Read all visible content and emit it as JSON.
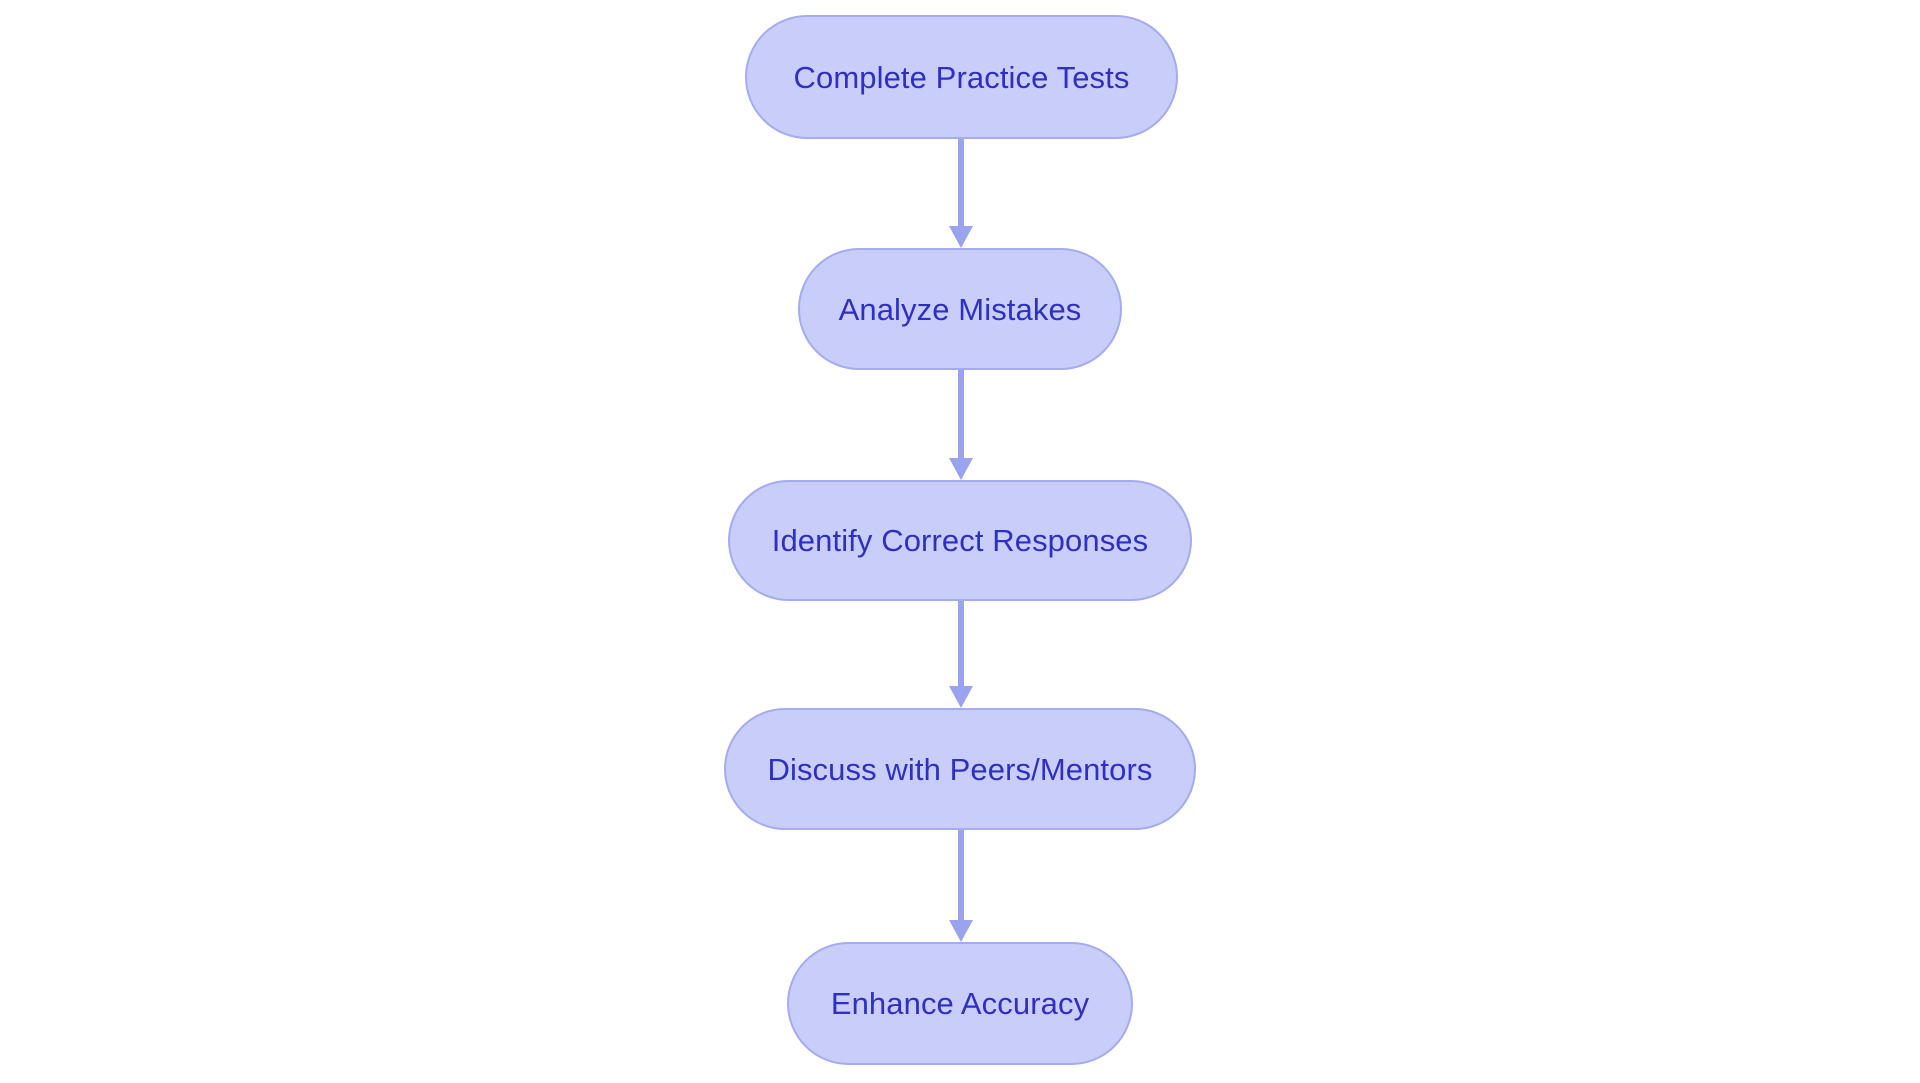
{
  "diagram": {
    "type": "flowchart",
    "orientation": "top-to-bottom",
    "background_color": "#ffffff",
    "node_fill_color": "#c9cdf9",
    "node_border_color": "#a5abf0",
    "node_text_color": "#2f2fc4",
    "edge_color": "#9aa3ef",
    "nodes": [
      {
        "id": "node-0",
        "label": "Complete Practice Tests"
      },
      {
        "id": "node-1",
        "label": "Analyze Mistakes"
      },
      {
        "id": "node-2",
        "label": "Identify Correct Responses"
      },
      {
        "id": "node-3",
        "label": "Discuss with Peers/Mentors"
      },
      {
        "id": "node-4",
        "label": "Enhance Accuracy"
      }
    ],
    "edges": [
      {
        "id": "edge-0",
        "from": "Complete Practice Tests",
        "to": "Analyze Mistakes",
        "arrow": "down-arrow-icon"
      },
      {
        "id": "edge-1",
        "from": "Analyze Mistakes",
        "to": "Identify Correct Responses",
        "arrow": "down-arrow-icon"
      },
      {
        "id": "edge-2",
        "from": "Identify Correct Responses",
        "to": "Discuss with Peers/Mentors",
        "arrow": "down-arrow-icon"
      },
      {
        "id": "edge-3",
        "from": "Discuss with Peers/Mentors",
        "to": "Enhance Accuracy",
        "arrow": "down-arrow-icon"
      }
    ]
  }
}
